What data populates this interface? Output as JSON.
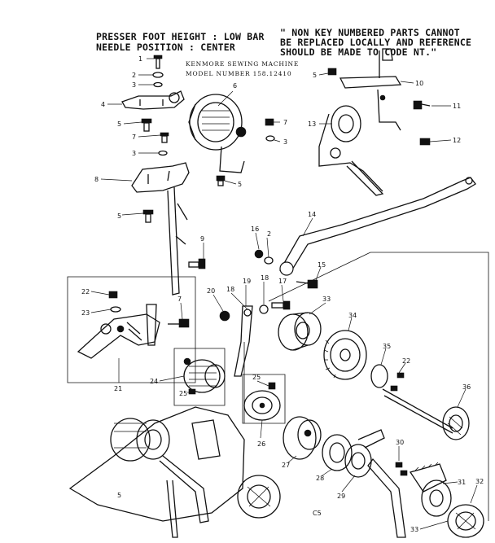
{
  "header": {
    "presser_foot": "PRESSER FOOT HEIGHT : LOW BAR",
    "needle_position": "NEEDLE POSITION : CENTER",
    "notice_line1": "\" NON KEY NUMBERED PARTS CANNOT",
    "notice_line2": "BE REPLACED LOCALLY AND REFERENCE",
    "notice_line3": "SHOULD BE MADE TO CODE NT.\""
  },
  "subheader": {
    "brand": "KENMORE SEWING MACHINE",
    "model": "MODEL NUMBER 158.12410"
  },
  "callouts": [
    "1",
    "2",
    "3",
    "4",
    "5",
    "5",
    "6",
    "7",
    "3",
    "7",
    "3",
    "8",
    "5",
    "5",
    "9",
    "2",
    "16",
    "14",
    "15",
    "13",
    "10",
    "11",
    "12",
    "17",
    "18",
    "18",
    "19",
    "20",
    "22",
    "23",
    "7",
    "21",
    "24",
    "25",
    "25",
    "26",
    "33",
    "34",
    "35",
    "22",
    "36",
    "27",
    "28",
    "29",
    "30",
    "31",
    "32",
    "33",
    "5"
  ],
  "footer": {
    "page_code": "C5"
  }
}
